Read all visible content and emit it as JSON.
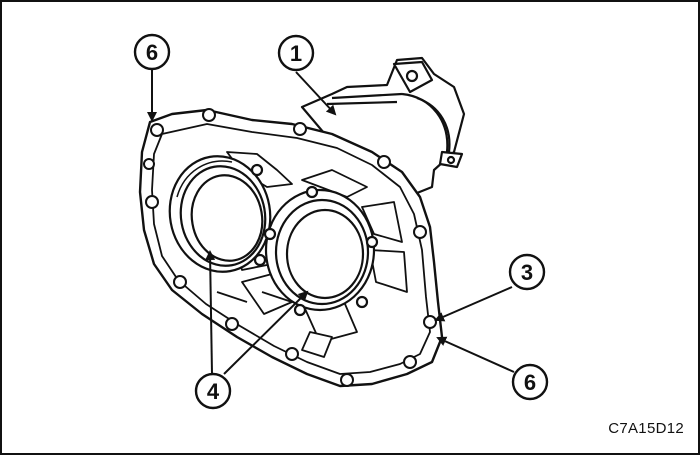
{
  "figure": {
    "code": "C7A15D12",
    "callouts": {
      "c1": "1",
      "c3": "3",
      "c4": "4",
      "c6_top": "6",
      "c6_bottom": "6"
    }
  },
  "colors": {
    "line": "#111111",
    "background": "#ffffff"
  }
}
